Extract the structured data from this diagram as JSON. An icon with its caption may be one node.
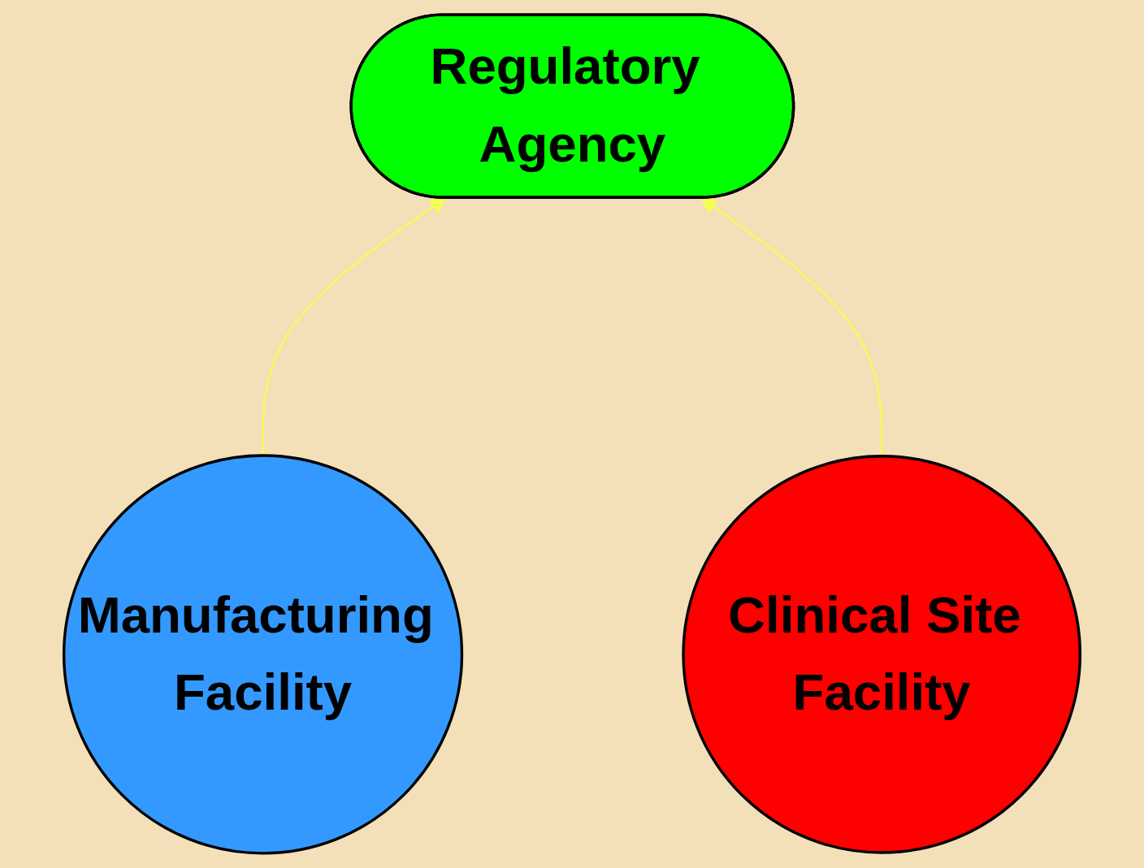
{
  "diagram": {
    "nodes": [
      {
        "text": [
          "Manufacturing Facility"
        ]
      },
      {
        "text": [
          "Clinical Site Facility"
        ]
      },
      {
        "text": [
          "Regulatory Agency"
        ]
      }
    ],
    "edges": [
      {
        "from": 0,
        "to": 2,
        "arrow": "to",
        "color": "#f5ff50"
      },
      {
        "from": 1,
        "to": 2,
        "arrow": "to",
        "color": "#f5ff50"
      }
    ]
  }
}
